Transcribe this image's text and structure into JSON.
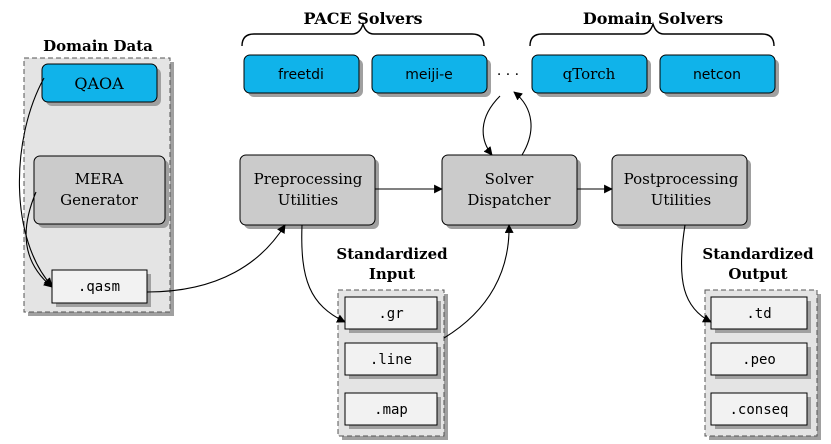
{
  "colors": {
    "solver_fill": "#10b3ea",
    "gray_box": "#cbcbcb",
    "panel_fill": "#e4e4e4",
    "file_fill": "#f2f2f2",
    "shadow": "#a0a0a0",
    "stroke": "#000000"
  },
  "groups": {
    "pace": "PACE Solvers",
    "domain_solvers": "Domain Solvers",
    "domain_data": "Domain Data",
    "std_input": [
      "Standardized",
      "Input"
    ],
    "std_output": [
      "Standardized",
      "Output"
    ]
  },
  "solvers": [
    "freetdi",
    "meiji-e",
    "qTorch",
    "netcon"
  ],
  "ellipsis": "· · ·",
  "domain_data": {
    "qaoa": "QAOA",
    "mera": [
      "MERA",
      "Generator"
    ],
    "qasm": ".qasm"
  },
  "pipeline": {
    "pre": [
      "Preprocessing",
      "Utilities"
    ],
    "dispatcher": [
      "Solver",
      "Dispatcher"
    ],
    "post": [
      "Postprocessing",
      "Utilities"
    ]
  },
  "input_files": [
    ".gr",
    ".line",
    ".map"
  ],
  "output_files": [
    ".td",
    ".peo",
    ".conseq"
  ]
}
